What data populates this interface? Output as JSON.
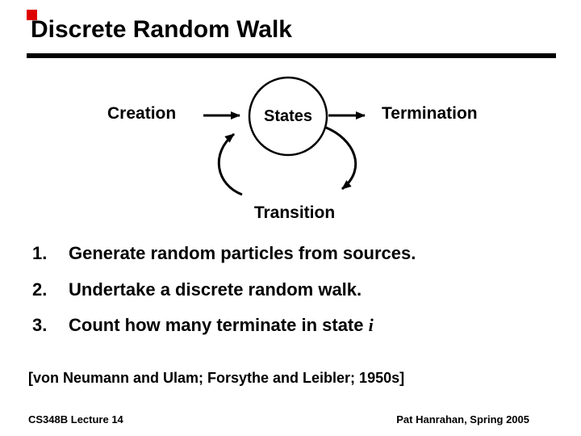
{
  "slide": {
    "title": "Discrete Random Walk",
    "accent_color": "#dd0000",
    "rule_color": "#000000",
    "background_color": "#ffffff",
    "text_color": "#000000"
  },
  "diagram": {
    "creation_label": "Creation",
    "states_label": "States",
    "termination_label": "Termination",
    "transition_label": "Transition"
  },
  "steps": [
    {
      "num": "1.",
      "text": "Generate random particles from sources."
    },
    {
      "num": "2.",
      "text": "Undertake a discrete random walk."
    },
    {
      "num": "3.",
      "text": "Count how many terminate in state ",
      "italic": "i"
    }
  ],
  "citation": "[von Neumann and Ulam; Forsythe and Leibler; 1950s]",
  "footer": {
    "left": "CS348B Lecture 14",
    "right": "Pat Hanrahan, Spring 2005"
  }
}
